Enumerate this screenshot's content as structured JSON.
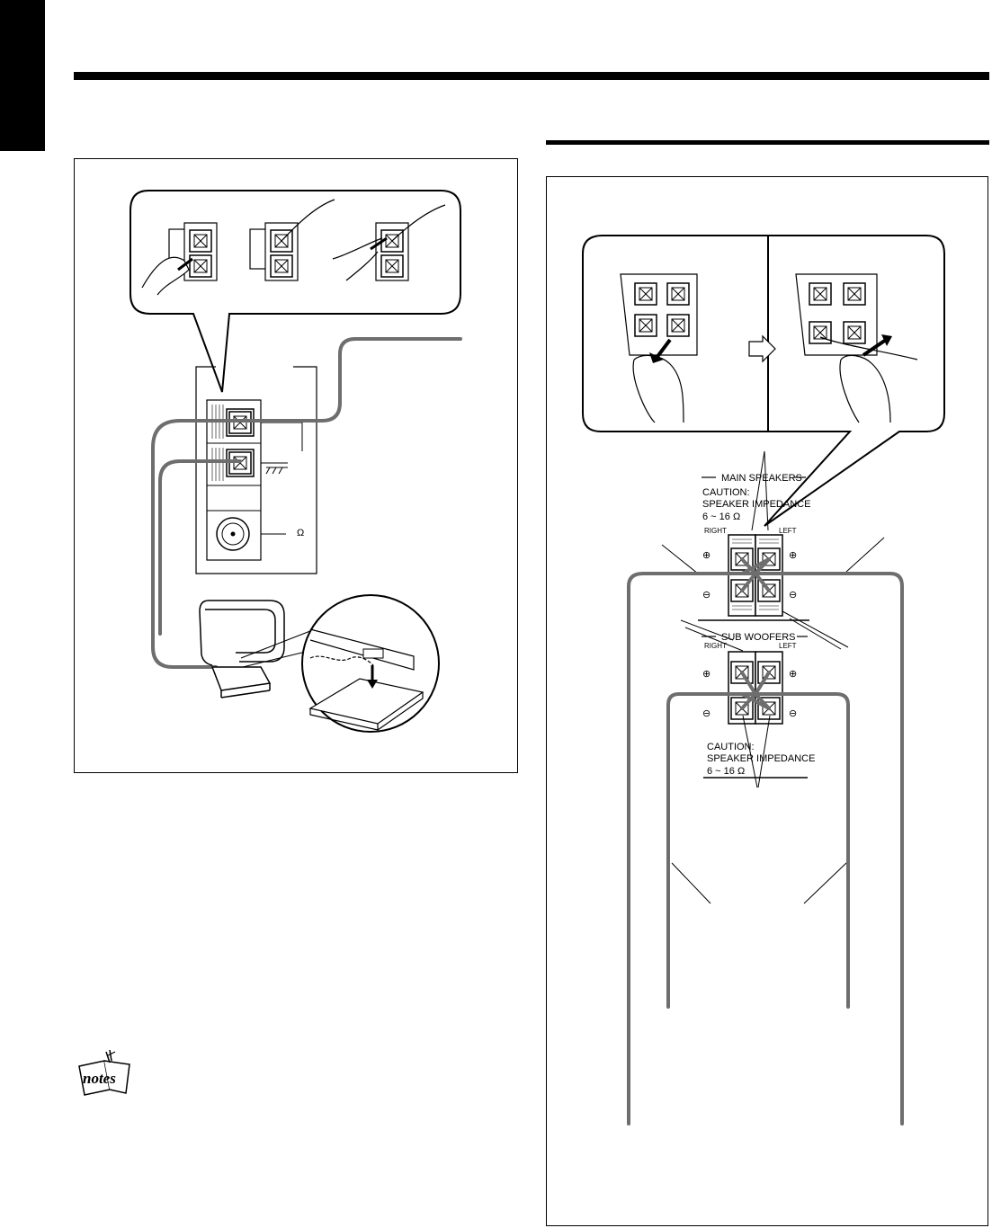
{
  "speaker_panel": {
    "main_speakers_label": "MAIN SPEAKERS",
    "main_caution_line1": "CAUTION:",
    "main_caution_line2": "SPEAKER IMPEDANCE",
    "main_caution_line3": "6 ~ 16 Ω",
    "right_label": "RIGHT",
    "left_label": "LEFT",
    "sub_woofers_label": "SUB WOOFERS",
    "sub_right_label": "RIGHT",
    "sub_left_label": "LEFT",
    "sub_caution_line1": "CAUTION:",
    "sub_caution_line2": "SPEAKER IMPEDANCE",
    "sub_caution_line3": "6 ~ 16 Ω",
    "plus_symbol": "⊕",
    "minus_symbol": "⊖"
  },
  "antenna_panel": {
    "ohm_symbol": "Ω"
  },
  "notes_icon": {
    "label": "notes"
  },
  "colors": {
    "ink": "#000000",
    "wire": "#6e6e6e",
    "paper": "#ffffff"
  }
}
